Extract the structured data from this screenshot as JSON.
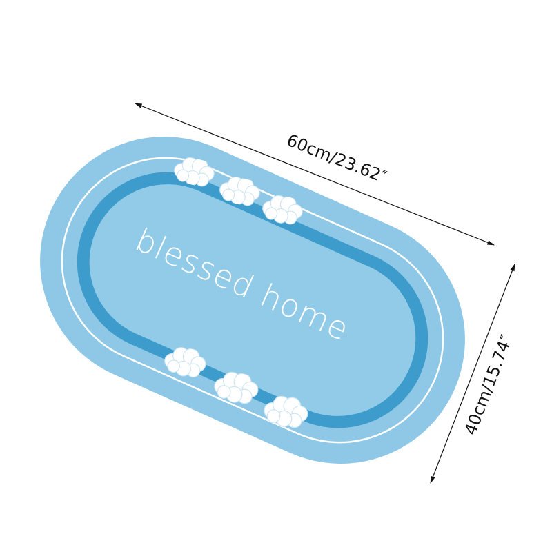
{
  "mat": {
    "text": "blessed home",
    "colors": {
      "outer": "#8ec8e6",
      "inner_band": "#3d9ccb",
      "center": "#92cbe8",
      "accent_line": "#ffffff",
      "text": "#ffffff",
      "cloud": "#ffffff",
      "cloud_outline": "#cfe6f2"
    }
  },
  "dimensions": {
    "length_label": "60cm/23.62″",
    "width_label": "40cm/15.74″",
    "line_color": "#111111"
  },
  "decorations": {
    "icons": [
      "cloud-icon",
      "cloud-icon",
      "cloud-icon",
      "cloud-icon",
      "cloud-icon",
      "cloud-icon"
    ]
  }
}
